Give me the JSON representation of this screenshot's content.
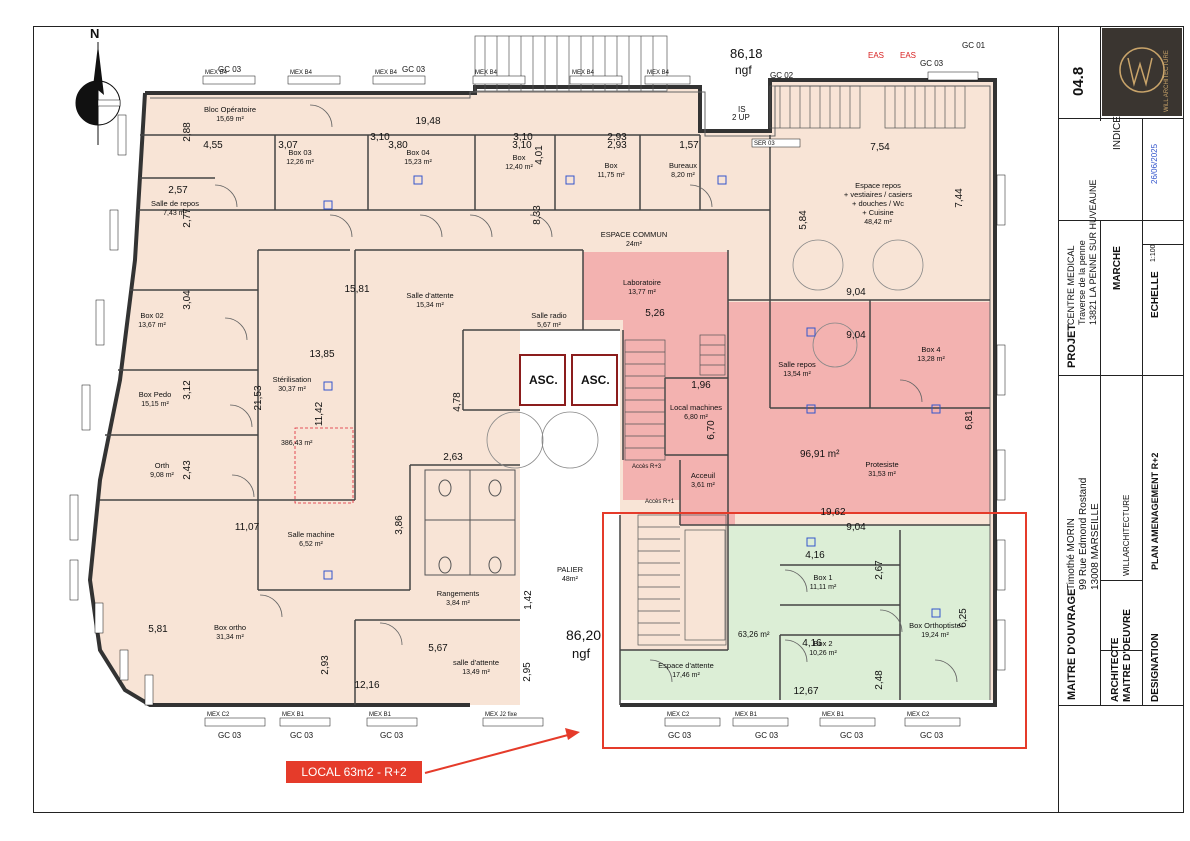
{
  "north": "N",
  "levels": {
    "top": "86,18",
    "top_unit": "ngf",
    "mid": "86,20",
    "mid_unit": "ngf"
  },
  "rooms": [
    {
      "key": "bloc",
      "name": "Bloc Opératoire",
      "area": "15,69 m²"
    },
    {
      "key": "box03",
      "name": "Box 03",
      "area": "12,26 m²"
    },
    {
      "key": "box04",
      "name": "Box 04",
      "area": "15,23 m²"
    },
    {
      "key": "box",
      "name": "Box",
      "area": "12,40 m²"
    },
    {
      "key": "box2b",
      "name": "Box",
      "area": "11,75 m²"
    },
    {
      "key": "bureau",
      "name": "Bureaux",
      "area": "8,20 m²"
    },
    {
      "key": "repos_esp",
      "name": "Espace repos + vestiaires / casiers + douches / Wc + Cuisine",
      "area": "48,42 m²"
    },
    {
      "key": "salle_repos_l",
      "name": "Salle de repos",
      "area": "7,43 m²"
    },
    {
      "key": "espace_commun",
      "name": "ESPACE COMMUN",
      "area": "24m²"
    },
    {
      "key": "labo",
      "name": "Laboratoire",
      "area": "13,77 m²"
    },
    {
      "key": "box02",
      "name": "Box 02",
      "area": "13,67 m²"
    },
    {
      "key": "attente",
      "name": "Salle d'attente",
      "area": "15,34 m²"
    },
    {
      "key": "radio",
      "name": "Salle radio",
      "area": "5,67 m²"
    },
    {
      "key": "steril",
      "name": "Stérilisation",
      "area": "30,37 m²"
    },
    {
      "key": "salle_repos",
      "name": "Salle repos",
      "area": "13,54 m²"
    },
    {
      "key": "box4",
      "name": "Box 4",
      "area": "13,28 m²"
    },
    {
      "key": "pedo",
      "name": "Box Pedo",
      "area": "15,15 m²"
    },
    {
      "key": "local_mach",
      "name": "Local machines",
      "area": "6,80 m²"
    },
    {
      "key": "orth",
      "name": "Orth",
      "area": "9,08 m²"
    },
    {
      "key": "accueil",
      "name": "Acceuil",
      "area": "3,61 m²"
    },
    {
      "key": "protesiste",
      "name": "Protesiste",
      "area": "31,53 m²"
    },
    {
      "key": "salle_machine",
      "name": "Salle machine",
      "area": "6,52 m²"
    },
    {
      "key": "palier",
      "name": "PALIER",
      "area": "48m²"
    },
    {
      "key": "rangements",
      "name": "Rangements",
      "area": "3,84 m²"
    },
    {
      "key": "box_ortho",
      "name": "Box ortho",
      "area": "31,34 m²"
    },
    {
      "key": "attente2",
      "name": "salle d'attente",
      "area": "13,49 m²"
    },
    {
      "key": "box1",
      "name": "Box 1",
      "area": "11,11 m²"
    },
    {
      "key": "box2",
      "name": "Box 2",
      "area": "10,26 m²"
    },
    {
      "key": "orthoptiste",
      "name": "Box Orthoptiste",
      "area": "19,24 m²"
    },
    {
      "key": "attente3",
      "name": "Espace d'attente",
      "area": "17,46 m²"
    }
  ],
  "extra_areas": {
    "a386": "386,43 m²",
    "a9691": "96,91 m²",
    "a6326": "63,26 m²"
  },
  "lifts": {
    "a": "ASC.",
    "b": "ASC."
  },
  "access": {
    "r3": "Accès R+3",
    "r1": "Accès R+1"
  },
  "dims": [
    "2,88",
    "4,55",
    "3,07",
    "3,80",
    "19,48",
    "3,10",
    "2,93",
    "1,57",
    "3,10",
    "3,10",
    "2,93",
    "7,54",
    "2,57",
    "2,77",
    "4,01",
    "8,33",
    "5,84",
    "7,44",
    "15,81",
    "3,04",
    "9,04",
    "9,04",
    "13,85",
    "5,26",
    "1,96",
    "3,12",
    "21,53",
    "11,42",
    "4,78",
    "6,70",
    "2,43",
    "2,63",
    "3,86",
    "11,07",
    "19,62",
    "9,04",
    "4,16",
    "2,67",
    "4,16",
    "2,48",
    "6,25",
    "6,81",
    "5,81",
    "1,42",
    "2,95",
    "2,93",
    "5,67",
    "12,16",
    "12,67"
  ],
  "tags": {
    "gc": "GC 03",
    "gc1": "GC 01",
    "gc2": "GC 02",
    "mexb4": "MEX B4",
    "mexb1": "MEX B1",
    "mexc2": "MEX C2",
    "mexj2": "MEX J2 fixe",
    "eas": "EAS",
    "is": "IS",
    "up": "2 UP",
    "ser": "SER 03"
  },
  "annotation": {
    "text": "LOCAL 63m2 - R+2"
  },
  "title_block": {
    "number": "04.8",
    "logo_text": "WiLL ARCHITECTURE",
    "indice_label": "INDICE",
    "indice_date": "26/06/2025",
    "projet_label": "PROJET",
    "projet_lines": [
      "CENTRE MEDICAL",
      "Traverse de la penne",
      "13821 LA PENNE SUR HUVEAUNE"
    ],
    "marche_label": "MARCHE",
    "echelle_label": "ECHELLE",
    "echelle_value": "1:100",
    "mo_label": "MAITRE D'OUVRAGE",
    "mo_lines": [
      "Timothé MORIN",
      "99 Rue Edmond Rostand",
      "13008 MARSEILLE"
    ],
    "archi_label": "ARCHITECTE\nMAITRE D'OEUVRE",
    "archi_value": "WILLARCHITECTURE",
    "designation_label": "DESIGNATION",
    "designation_value": "PLAN AMENAGEMENT R+2"
  },
  "colors": {
    "peach": "#f8e4d6",
    "red": "#f2a9a9",
    "green": "#dceed6",
    "accent": "#e53b2a"
  }
}
